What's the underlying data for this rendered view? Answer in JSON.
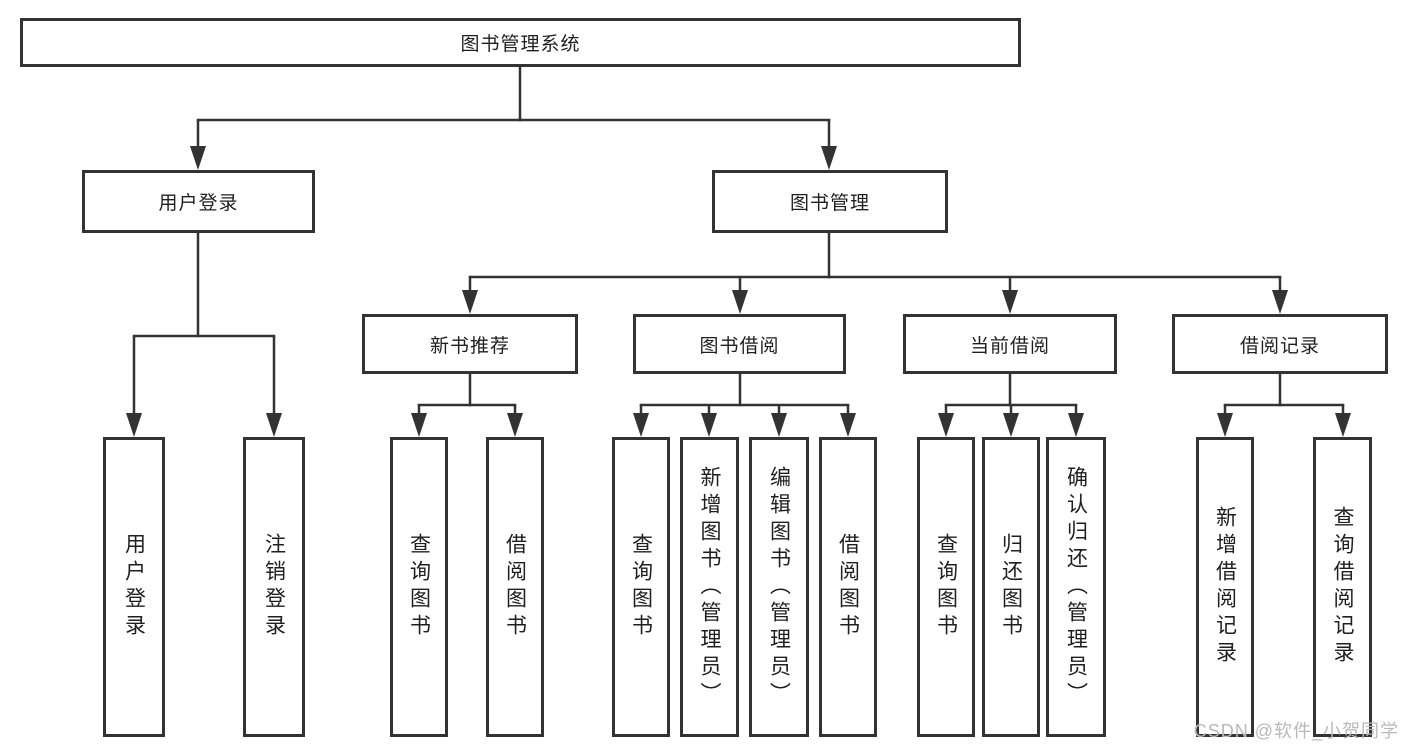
{
  "diagram": {
    "type": "tree",
    "root": {
      "label": "图书管理系统"
    },
    "level2": {
      "user_login": {
        "label": "用户登录"
      },
      "book_management": {
        "label": "图书管理"
      }
    },
    "level3": {
      "new_book_recommend": {
        "label": "新书推荐",
        "parent": "book_management"
      },
      "book_borrow": {
        "label": "图书借阅",
        "parent": "book_management"
      },
      "current_borrow": {
        "label": "当前借阅",
        "parent": "book_management"
      },
      "borrow_records": {
        "label": "借阅记录",
        "parent": "book_management"
      }
    },
    "leaves": {
      "ul_login": {
        "label": "用户登录",
        "parent": "user_login"
      },
      "ul_logout": {
        "label": "注销登录",
        "parent": "user_login"
      },
      "nbr_query": {
        "label": "查询图书",
        "parent": "new_book_recommend"
      },
      "nbr_borrow": {
        "label": "借阅图书",
        "parent": "new_book_recommend"
      },
      "bb_query": {
        "label": "查询图书",
        "parent": "book_borrow"
      },
      "bb_add": {
        "label": "新增图书（管理员）",
        "parent": "book_borrow"
      },
      "bb_edit": {
        "label": "编辑图书（管理员）",
        "parent": "book_borrow"
      },
      "bb_borrow": {
        "label": "借阅图书",
        "parent": "book_borrow"
      },
      "cb_query": {
        "label": "查询图书",
        "parent": "current_borrow"
      },
      "cb_return": {
        "label": "归还图书",
        "parent": "current_borrow"
      },
      "cb_confirm": {
        "label": "确认归还（管理员）",
        "parent": "current_borrow"
      },
      "br_add": {
        "label": "新增借阅记录",
        "parent": "borrow_records"
      },
      "br_query": {
        "label": "查询借阅记录",
        "parent": "borrow_records"
      }
    }
  },
  "watermark": {
    "text": "CSDN @软件_小贺同学"
  },
  "colors": {
    "line": "#333333",
    "text": "#1f1f1f",
    "background": "#ffffff",
    "watermark": "#b9b9b9"
  }
}
